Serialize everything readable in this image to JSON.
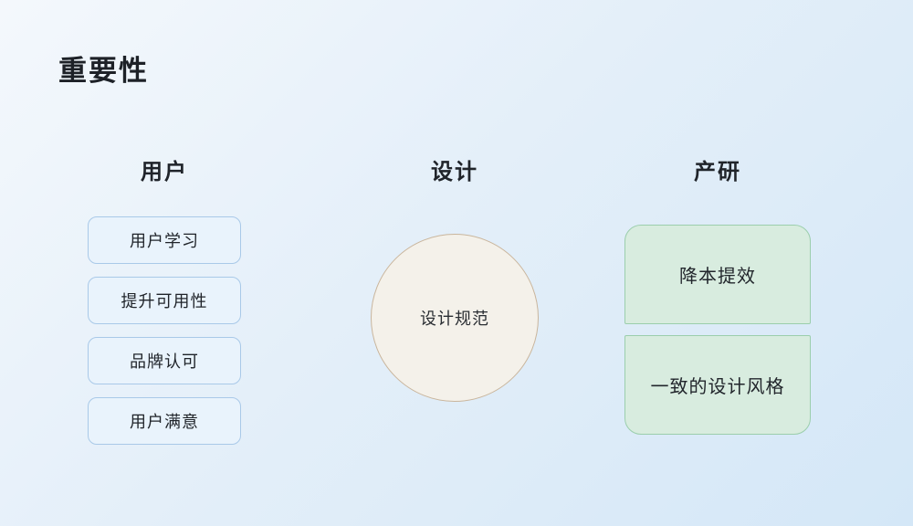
{
  "slide": {
    "title": "重要性"
  },
  "columns": {
    "user": {
      "header": "用户",
      "items": [
        "用户学习",
        "提升可用性",
        "品牌认可",
        "用户满意"
      ]
    },
    "design": {
      "header": "设计",
      "circle_label": "设计规范"
    },
    "product": {
      "header": "产研",
      "items": [
        "降本提效",
        "一致的设计风格"
      ]
    }
  },
  "colors": {
    "background_start": "#f4f8fc",
    "background_end": "#d4e7f7",
    "blue_box_fill": "#e9f3fc",
    "blue_box_border": "#a9c9e8",
    "green_box_fill": "#d8ecdf",
    "green_box_border": "#9bceac",
    "circle_fill": "#f4f1ea",
    "circle_border": "#c9b59c",
    "text_dark": "#21252b"
  }
}
